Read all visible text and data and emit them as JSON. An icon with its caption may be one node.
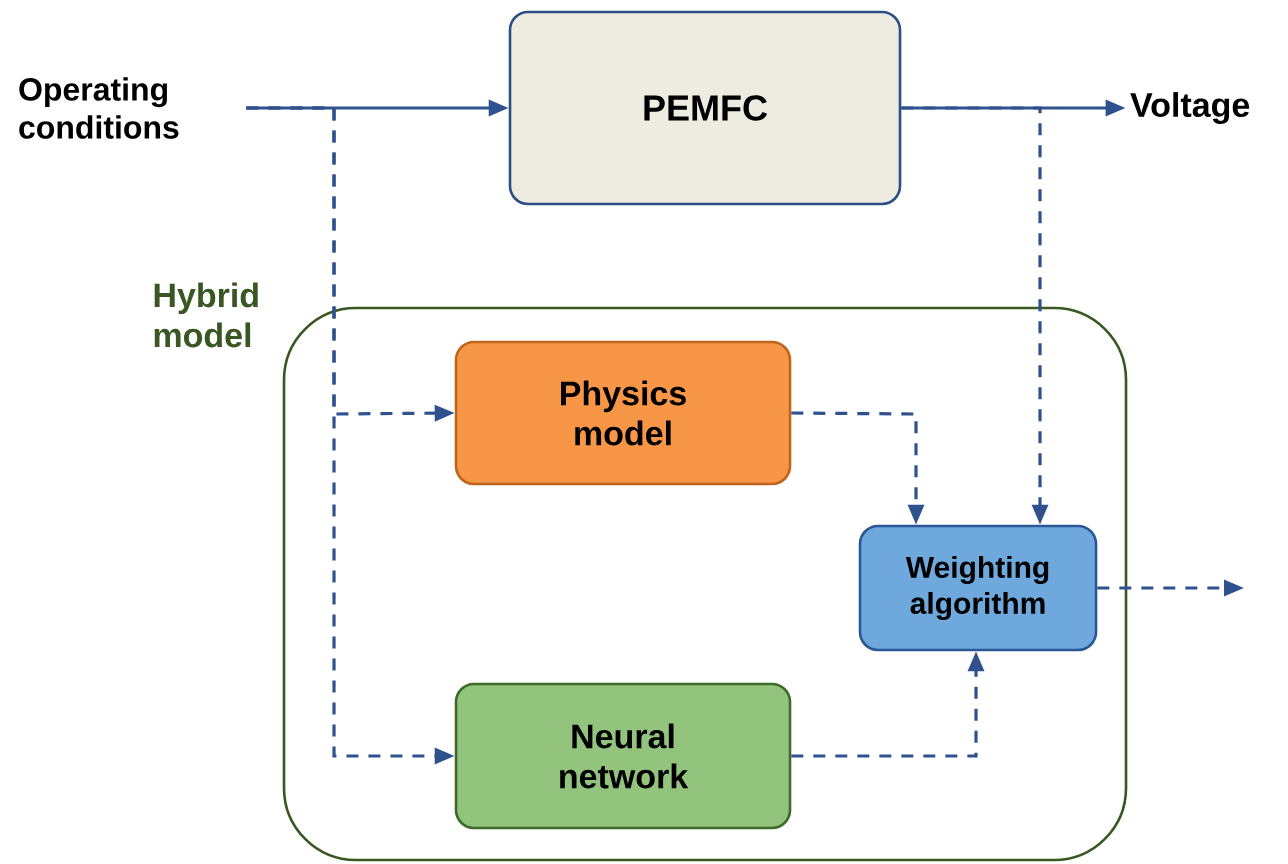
{
  "diagram": {
    "nodes": [
      {
        "text": [
          "Operating conditions"
        ]
      },
      {
        "text": [
          "PEMFC"
        ]
      },
      {
        "text": [
          "Voltage"
        ]
      },
      {
        "text": [
          "Hybrid model"
        ]
      },
      {
        "text": [
          "Physics model"
        ],
        "in": 3
      },
      {
        "text": [
          "Neural network"
        ],
        "in": 3
      },
      {
        "text": [
          "Weighting algorithm"
        ],
        "in": 3
      }
    ],
    "edges": [
      {
        "from": 0,
        "to": 1,
        "arrow": "to"
      },
      {
        "from": 1,
        "to": 2,
        "arrow": "to"
      },
      {
        "from": 0,
        "to": 4,
        "arrow": "to",
        "style": "dashed"
      },
      {
        "from": 0,
        "to": 5,
        "arrow": "to",
        "style": "dashed"
      },
      {
        "from": 4,
        "to": 6,
        "arrow": "to",
        "style": "dashed"
      },
      {
        "from": 1,
        "to": 6,
        "arrow": "to",
        "style": "dashed"
      },
      {
        "from": 5,
        "to": 6,
        "arrow": "to",
        "style": "dashed"
      },
      {
        "from": 6,
        "to": null,
        "arrow": "to",
        "style": "dashed"
      }
    ]
  }
}
